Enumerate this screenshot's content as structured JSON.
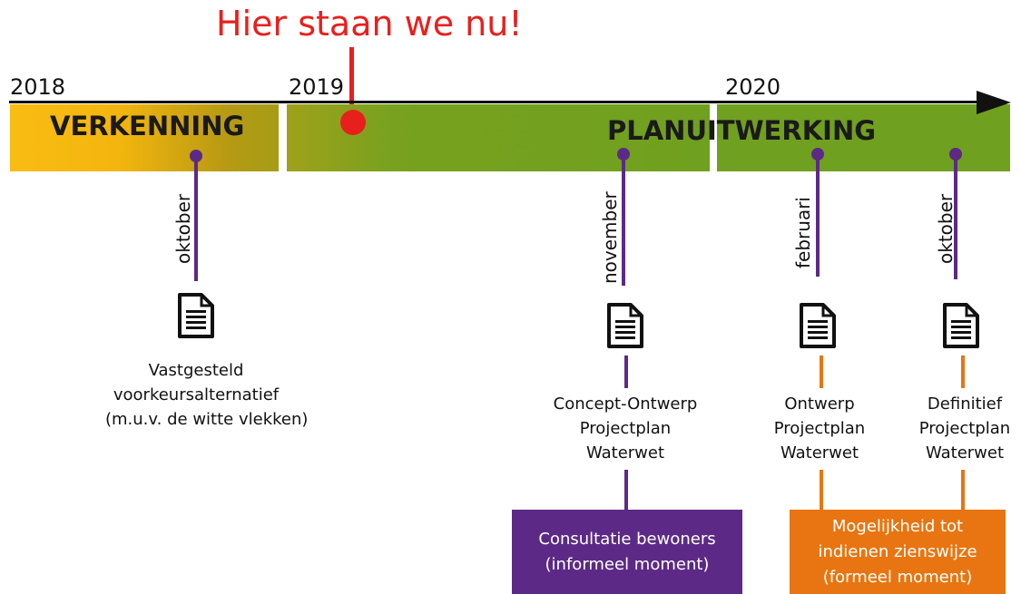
{
  "now_marker": "Hier staan we nu!",
  "years": [
    "2018",
    "2019",
    "2020"
  ],
  "phases": {
    "verkenning": "VERKENNING",
    "planuitwerking": "PLANUITWERKING"
  },
  "milestones": [
    {
      "month": "oktober",
      "lines": [
        "Vastgesteld",
        "voorkeursalternatief",
        "(m.u.v. de witte vlekken)"
      ]
    },
    {
      "month": "november",
      "lines": [
        "Concept-Ontwerp",
        "Projectplan",
        "Waterwet"
      ]
    },
    {
      "month": "februari",
      "lines": [
        "Ontwerp",
        "Projectplan",
        "Waterwet"
      ]
    },
    {
      "month": "oktober",
      "lines": [
        "Definitief",
        "Projectplan",
        "Waterwet"
      ]
    }
  ],
  "boxes": {
    "consultatie": {
      "lines": [
        "Consultatie bewoners",
        "(informeel moment)"
      ],
      "color": "#5c2a86"
    },
    "zienswijze": {
      "lines": [
        "Mogelijkheid tot",
        "indienen zienswijze",
        "(formeel moment)"
      ],
      "color": "#e87511"
    }
  },
  "colors": {
    "now": "#e8201d",
    "verkenning": "#f9bc12",
    "planuitwerking": "#70a01f",
    "milestone": "#5c2a86"
  }
}
